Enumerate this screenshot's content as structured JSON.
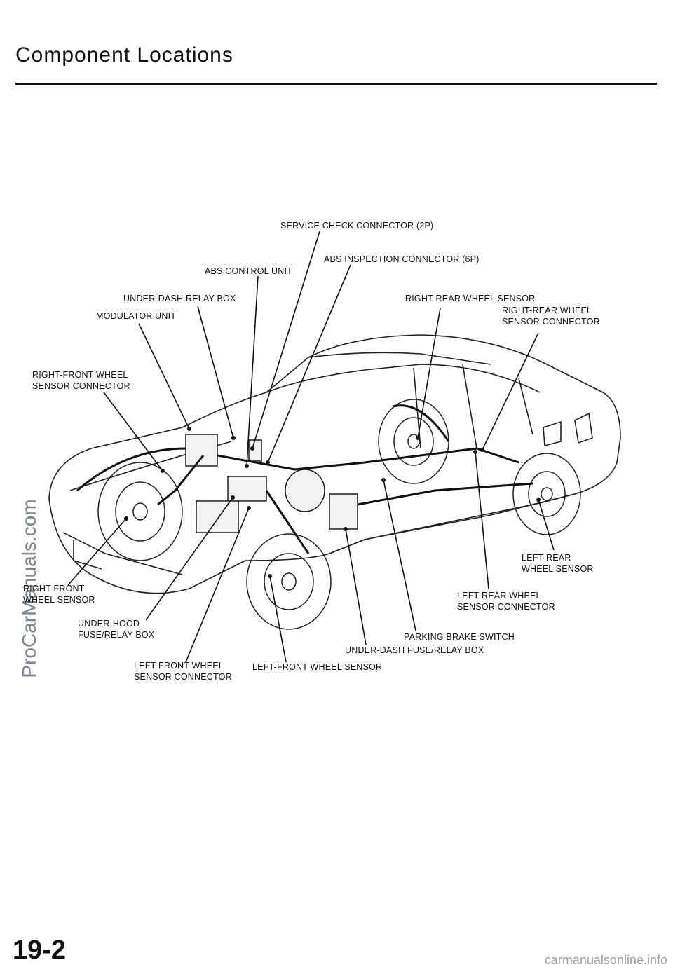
{
  "header": {
    "title": "Component Locations"
  },
  "watermark": "ProCarManuals.com",
  "labels": {
    "service_check_connector": "SERVICE CHECK CONNECTOR (2P)",
    "abs_inspection_connector": "ABS INSPECTION CONNECTOR (6P)",
    "abs_control_unit": "ABS CONTROL UNIT",
    "under_dash_relay_box": "UNDER-DASH RELAY BOX",
    "modulator_unit": "MODULATOR UNIT",
    "right_rear_wheel_sensor": "RIGHT-REAR WHEEL SENSOR",
    "right_rear_connector_l1": "RIGHT-REAR WHEEL",
    "right_rear_connector_l2": "SENSOR  CONNECTOR",
    "right_front_connector_l1": "RIGHT-FRONT WHEEL",
    "right_front_connector_l2": "SENSOR  CONNECTOR",
    "left_rear_sensor_l1": "LEFT-REAR",
    "left_rear_sensor_l2": "WHEEL  SENSOR",
    "right_front_sensor_l1": "RIGHT-FRONT",
    "right_front_sensor_l2": "WHEEL  SENSOR",
    "left_rear_connector_l1": "LEFT-REAR WHEEL",
    "left_rear_connector_l2": "SENSOR  CONNECTOR",
    "under_hood_box_l1": "UNDER-HOOD",
    "under_hood_box_l2": "FUSE/RELAY  BOX",
    "parking_brake_switch": "PARKING  BRAKE  SWITCH",
    "under_dash_fuse_box": "UNDER-DASH  FUSE/RELAY  BOX",
    "left_front_connector_l1": "LEFT-FRONT WHEEL",
    "left_front_connector_l2": "SENSOR  CONNECTOR",
    "left_front_sensor": "LEFT-FRONT WHEEL  SENSOR"
  },
  "footer": {
    "page_number": "19-2",
    "source": "carmanualsonline.info"
  }
}
